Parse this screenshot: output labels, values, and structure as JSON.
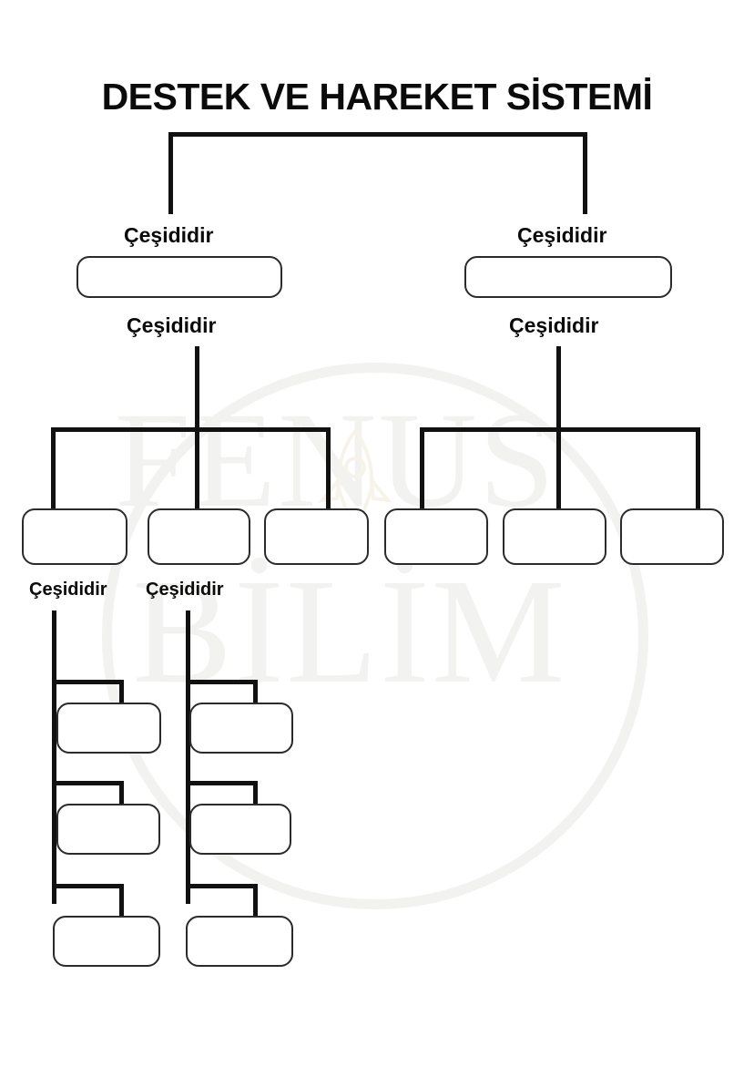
{
  "diagram": {
    "title": "DESTEK VE HAREKET SİSTEMİ",
    "type": "hierarchy-tree",
    "relation_label": "Çeşididir",
    "theme": {
      "line_color": "#111111",
      "box_border": "#2b2b2b",
      "background": "#ffffff",
      "text_color": "#0b0b0b",
      "watermark_color": "#f2f2f0"
    },
    "labels": {
      "level1_left": "Çeşididir",
      "level1_right": "Çeşididir",
      "level2_left": "Çeşididir",
      "level2_right": "Çeşididir",
      "level3_col1": "Çeşididir",
      "level3_col2": "Çeşididir"
    },
    "nodes": {
      "level1": [
        {
          "id": "n-l1-left",
          "text": ""
        },
        {
          "id": "n-l1-right",
          "text": ""
        }
      ],
      "level2": [
        {
          "id": "n-l2-a",
          "text": ""
        },
        {
          "id": "n-l2-b",
          "text": ""
        },
        {
          "id": "n-l2-c",
          "text": ""
        },
        {
          "id": "n-l2-d",
          "text": ""
        },
        {
          "id": "n-l2-e",
          "text": ""
        },
        {
          "id": "n-l2-f",
          "text": ""
        }
      ],
      "level3_column1": [
        {
          "id": "n-c1-1",
          "text": ""
        },
        {
          "id": "n-c1-2",
          "text": ""
        },
        {
          "id": "n-c1-3",
          "text": ""
        }
      ],
      "level3_column2": [
        {
          "id": "n-c2-1",
          "text": ""
        },
        {
          "id": "n-c2-2",
          "text": ""
        },
        {
          "id": "n-c2-3",
          "text": ""
        }
      ]
    }
  },
  "watermark": {
    "line1": "FENUS",
    "line2": "BİLİM"
  }
}
